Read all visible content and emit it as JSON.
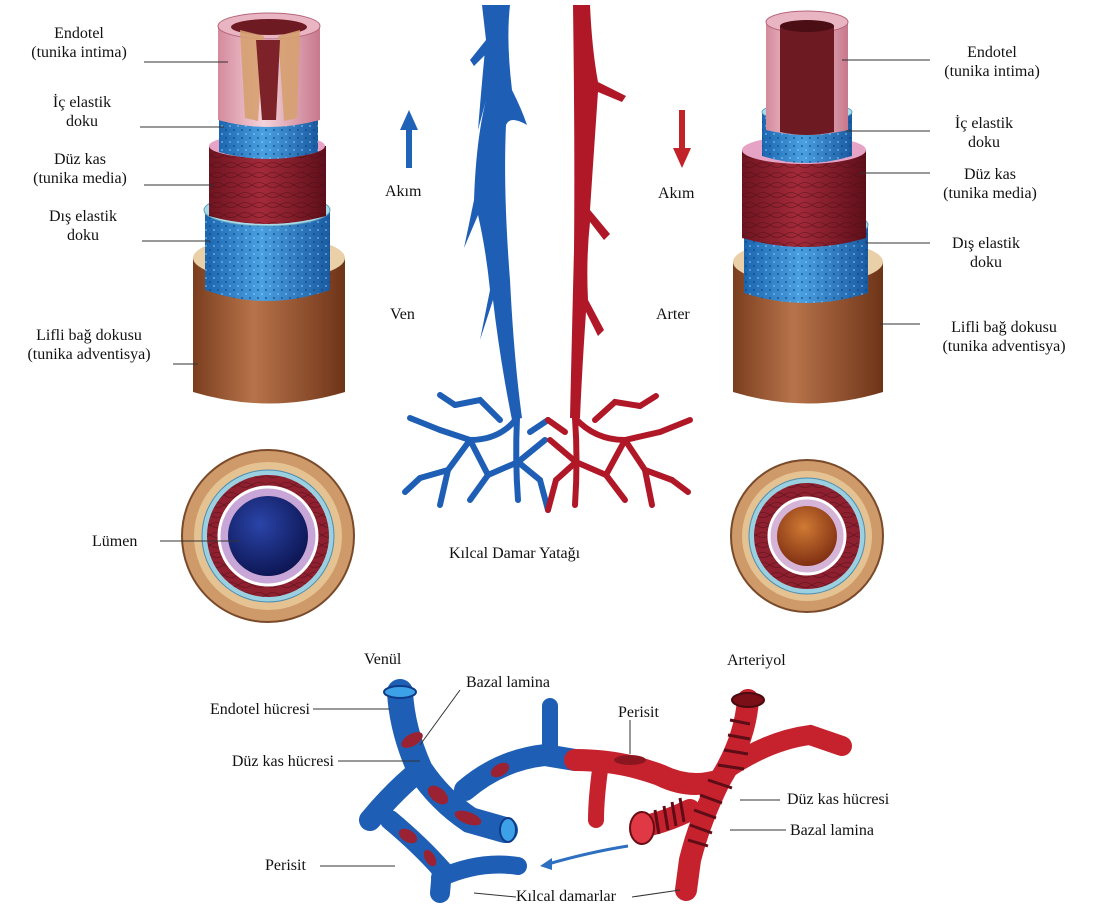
{
  "vein_side": {
    "endothelium": [
      "Endotel",
      "(tunika intima)"
    ],
    "inner_elastic": [
      "İç elastik",
      "doku"
    ],
    "smooth_muscle": [
      "Düz kas",
      "(tunika media)"
    ],
    "outer_elastic": [
      "Dış elastik",
      "doku"
    ],
    "connective": [
      "Lifli bağ dokusu",
      "(tunika adventisya)"
    ],
    "lumen": "Lümen"
  },
  "artery_side": {
    "endothelium": [
      "Endotel",
      "(tunika intima)"
    ],
    "inner_elastic": [
      "İç elastik",
      "doku"
    ],
    "smooth_muscle": [
      "Düz kas",
      "(tunika media)"
    ],
    "outer_elastic": [
      "Dış elastik",
      "doku"
    ],
    "connective": [
      "Lifli bağ dokusu",
      "(tunika adventisya)"
    ]
  },
  "center": {
    "flow_left": "Akım",
    "flow_right": "Akım",
    "vein": "Ven",
    "artery": "Arter",
    "capillary_bed": "Kılcal Damar Yatağı"
  },
  "bottom": {
    "venule": "Venül",
    "arteriole": "Arteriyol",
    "endothelial_cell": "Endotel hücresi",
    "basal_lamina_left": "Bazal  lamina",
    "smooth_muscle_left": "Düz kas hücresi",
    "pericyte_top": "Perisit",
    "pericyte_left": "Perisit",
    "smooth_muscle_right": "Düz kas hücresi",
    "basal_lamina_right": "Bazal lamina",
    "capillaries": "Kılcal damarlar"
  },
  "colors": {
    "vein_blue": "#1e5fb5",
    "artery_red": "#b01828",
    "muscle": "#8c1f2c",
    "elastic": "#2e86cf",
    "adventitia": "#a0603a",
    "intima": "#e8b9c4",
    "lumen_vein": "#14236e",
    "lumen_artery": "#9a4018"
  }
}
